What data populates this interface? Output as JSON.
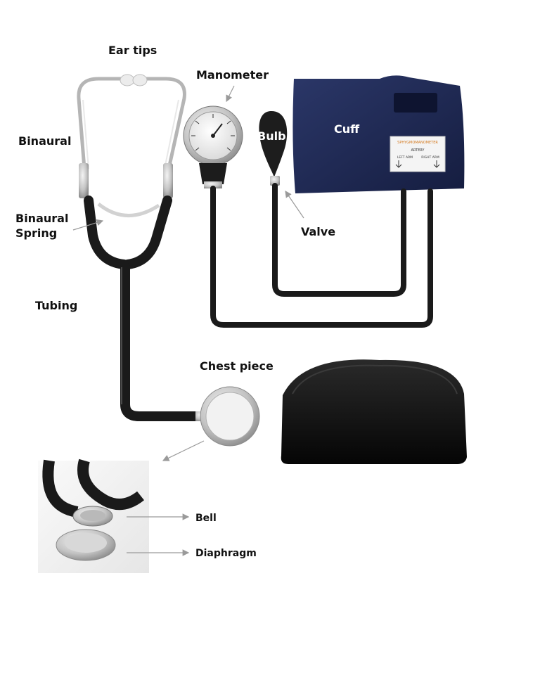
{
  "labels": {
    "ear_tips": "Ear tips",
    "manometer": "Manometer",
    "binaural": "Binaural",
    "bulb": "Bulb",
    "cuff": "Cuff",
    "binaural_spring_line1": "Binaural",
    "binaural_spring_line2": "Spring",
    "valve": "Valve",
    "tubing": "Tubing",
    "chest_piece": "Chest piece",
    "bell": "Bell",
    "diaphragm": "Diaphragm"
  },
  "cuff_tag": {
    "header": "SPHYGMOMANOMETER",
    "artery": "ARTERY",
    "left": "LEFT ARM",
    "right": "RIGHT ARM"
  },
  "colors": {
    "cuff": "#1f2a55",
    "tubing": "#1a1a1a",
    "metal": "#c9c9c9",
    "case": "#111111",
    "leader": "#9a9a9a"
  }
}
